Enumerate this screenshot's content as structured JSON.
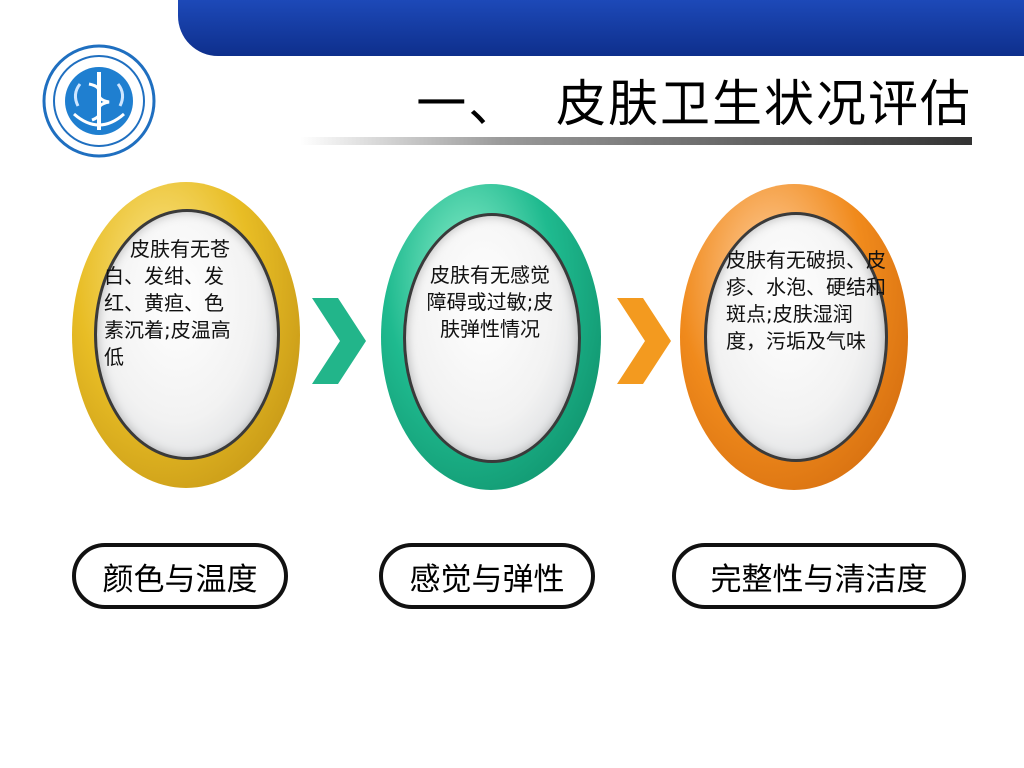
{
  "slide": {
    "title": "一、  皮肤卫生状况评估"
  },
  "colors": {
    "bar_blue": "#1340a8",
    "gold": "#e0b21a",
    "green": "#19b48a",
    "orange": "#f08a1c"
  },
  "logo": {
    "icon": "college-emblem-icon"
  },
  "items": [
    {
      "description": "皮肤有无苍白、发绀、发红、黄疸、色素沉着;皮温高低",
      "label": "颜色与温度"
    },
    {
      "description": "皮肤有无感觉障碍或过敏;皮肤弹性情况",
      "label": "感觉与弹性"
    },
    {
      "description": "皮肤有无破损、皮疹、水泡、硬结和斑点;皮肤湿润度，污垢及气味",
      "label": "完整性与清洁度"
    }
  ],
  "arrows": [
    "chevron-right-icon",
    "chevron-right-icon"
  ]
}
